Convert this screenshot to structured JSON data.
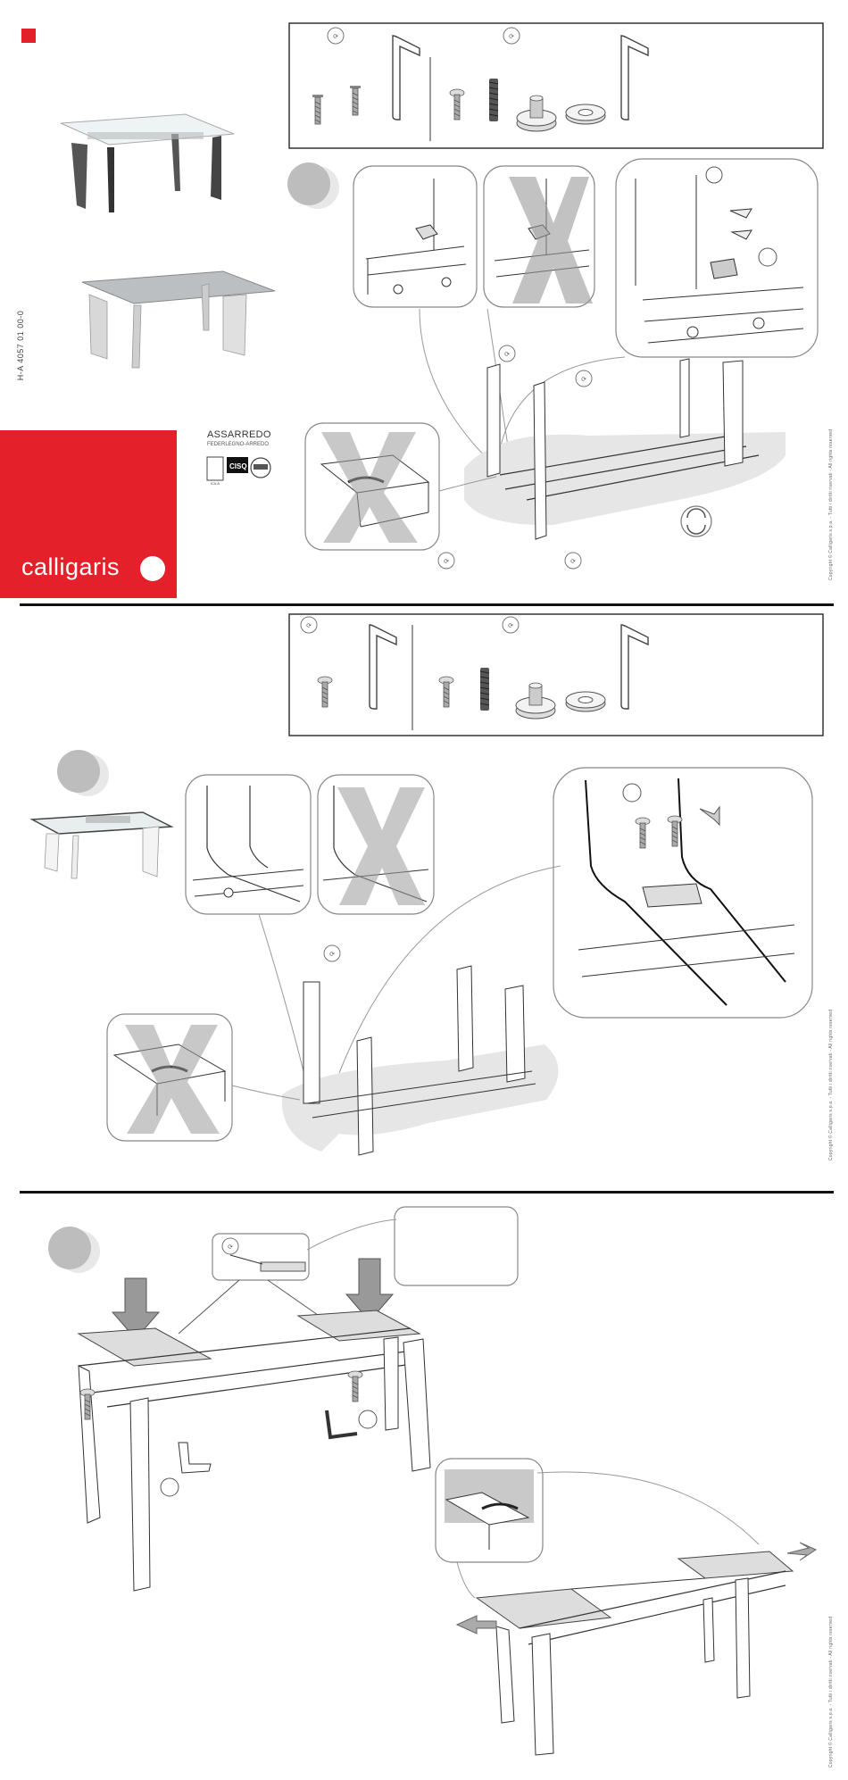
{
  "document": {
    "product_code": "H-A 4057 01 00-0",
    "brand": {
      "name": "calligaris",
      "color": "#e4202b"
    },
    "certifications": {
      "header_small": "",
      "title": "ASSARREDO",
      "subtitle": "FEDERLEGNO-ARREDO",
      "badges": [
        "CISQ",
        "ICILA",
        "CERT"
      ]
    },
    "copyright": "Copyright © Calligaris s.p.a. - Tutti i diritti riservati - All rights reserved"
  },
  "steps": [
    {
      "name": "step-1"
    },
    {
      "name": "step-2"
    },
    {
      "name": "step-3"
    }
  ]
}
